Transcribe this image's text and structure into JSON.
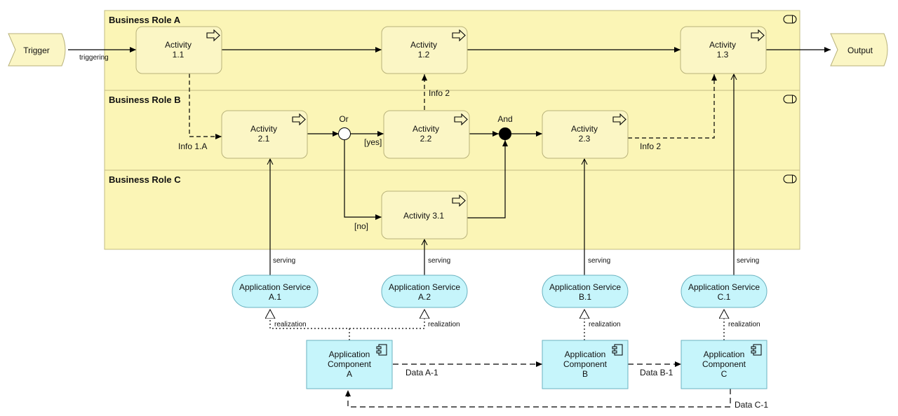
{
  "lanes": [
    {
      "id": "A",
      "title": "Business Role A"
    },
    {
      "id": "B",
      "title": "Business Role B"
    },
    {
      "id": "C",
      "title": "Business Role C"
    }
  ],
  "events": {
    "trigger": "Trigger",
    "output": "Output"
  },
  "activities": {
    "a11": [
      "Activity",
      "1.1"
    ],
    "a12": [
      "Activity",
      "1.2"
    ],
    "a13": [
      "Activity",
      "1.3"
    ],
    "a21": [
      "Activity",
      "2.1"
    ],
    "a22": [
      "Activity",
      "2.2"
    ],
    "a23": [
      "Activity",
      "2.3"
    ],
    "a31": [
      "Activity 3.1"
    ]
  },
  "junctions": {
    "or": "Or",
    "and": "And"
  },
  "services": {
    "sa1": [
      "Application Service",
      "A.1"
    ],
    "sa2": [
      "Application Service",
      "A.2"
    ],
    "sb1": [
      "Application Service",
      "B.1"
    ],
    "sc1": [
      "Application Service",
      "C.1"
    ]
  },
  "components": {
    "ca": [
      "Application",
      "Component",
      "A"
    ],
    "cb": [
      "Application",
      "Component",
      "B"
    ],
    "cc": [
      "Application",
      "Component",
      "C"
    ]
  },
  "edge_labels": {
    "triggering": "triggering",
    "info1a": "Info 1.A",
    "info2_up": "Info 2",
    "info2_right": "Info 2",
    "yes": "[yes]",
    "no": "[no]",
    "serving": "serving",
    "realization": "realization",
    "data_a1": "Data A-1",
    "data_b1": "Data B-1",
    "data_c1": "Data C-1"
  },
  "colors": {
    "business_fill": "#fbf6c5",
    "business_stroke": "#b8b27a",
    "lane_fill": "#fbf5b6",
    "app_fill": "#c6f5fb",
    "app_stroke": "#6ab2c0",
    "line": "#000000"
  }
}
